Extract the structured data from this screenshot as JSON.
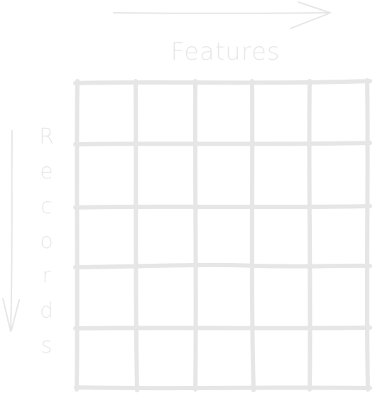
{
  "labels": {
    "columns_axis": "Features",
    "rows_axis": "Records"
  },
  "grid": {
    "rows": 5,
    "columns": 5
  },
  "colors": {
    "stroke": "#e6e6e6",
    "text": "#e7e7e7",
    "background": "#ffffff"
  },
  "icons": {
    "columns_axis_arrow": "arrow-right-icon",
    "rows_axis_arrow": "arrow-down-icon"
  }
}
